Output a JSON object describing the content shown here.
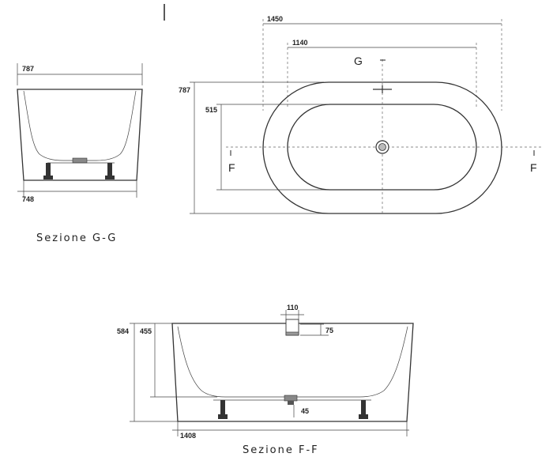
{
  "dimensions": {
    "g_top_width": "787",
    "g_bottom_width": "748",
    "plan_length": "1450",
    "plan_inner_length": "1140",
    "plan_width": "787",
    "plan_inner_width": "515",
    "f_height": "584",
    "f_inner_height": "455",
    "f_drain_width": "110",
    "f_drain_depth": "75",
    "f_foot_height": "45",
    "f_bottom_length": "1408"
  },
  "labels": {
    "section_g": "Sezione G-G",
    "section_f": "Sezione F-F",
    "g_marker": "G",
    "f_marker_left": "F",
    "f_marker_right": "F"
  }
}
